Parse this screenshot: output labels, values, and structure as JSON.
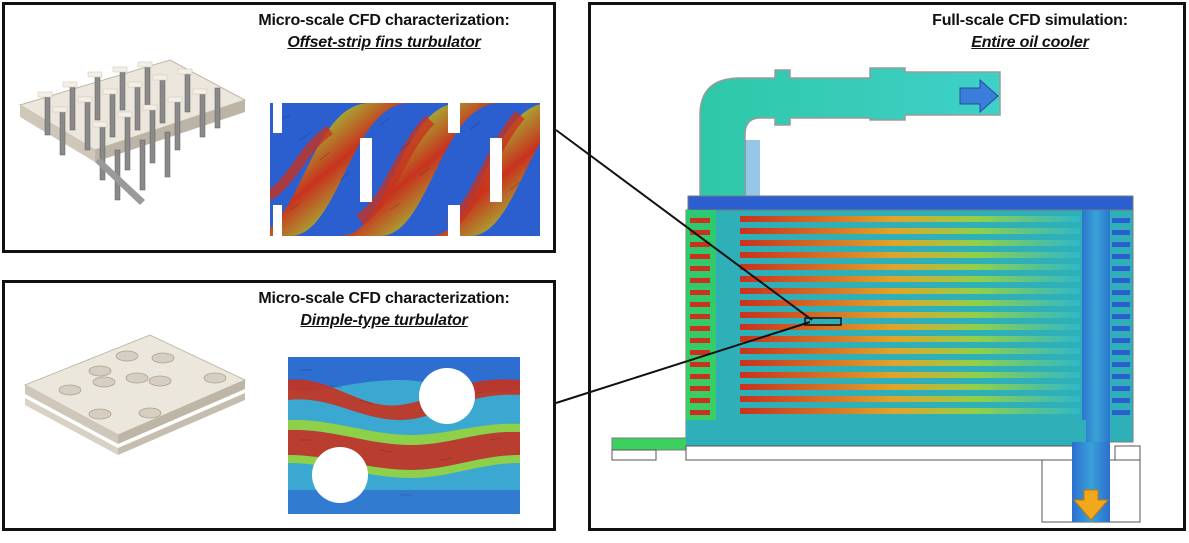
{
  "panels": {
    "offset_strip": {
      "title": "Micro-scale CFD characterization:",
      "subtitle": "Offset-strip fins turbulator"
    },
    "dimple": {
      "title": "Micro-scale CFD characterization:",
      "subtitle": "Dimple-type turbulator"
    },
    "full_scale": {
      "title": "Full-scale CFD simulation:",
      "subtitle": "Entire oil cooler"
    }
  },
  "colors": {
    "border": "#111111",
    "flow_blue": "#2b5fd0",
    "flow_cyan": "#30c2c2",
    "flow_green": "#7ad04a",
    "flow_yellow": "#e8d02a",
    "flow_red": "#c8321e",
    "inlet_arrow": "#3a7ddb",
    "outlet_arrow": "#f2a81d",
    "solid_surface": "#ece7dc"
  },
  "icons": {
    "inlet": "arrow-right-icon",
    "outlet": "arrow-down-icon"
  }
}
